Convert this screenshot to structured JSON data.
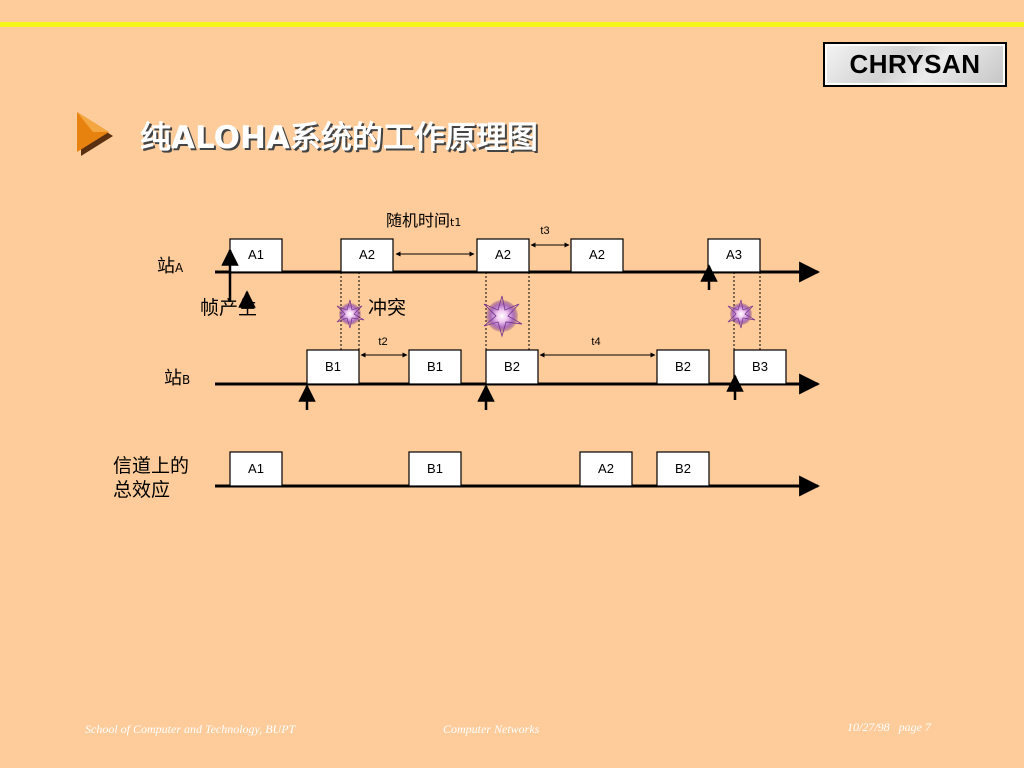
{
  "logo": "CHRYSAN",
  "title": "纯ALOHA系统的工作原理图",
  "diagram": {
    "labels": {
      "station_a": "站",
      "station_a_sub": "A",
      "station_b": "站",
      "station_b_sub": "B",
      "channel_line1": "信道上的",
      "channel_line2": "总效应",
      "frame_generated": "帧产生",
      "collision": "冲突",
      "random_time": "随机时间",
      "random_time_sub": "t1",
      "t2": "t2",
      "t3": "t3",
      "t4": "t4"
    },
    "station_a_frames": [
      "A1",
      "A2",
      "A2",
      "A2",
      "A3"
    ],
    "station_b_frames": [
      "B1",
      "B1",
      "B2",
      "B2",
      "B3"
    ],
    "channel_frames": [
      "A1",
      "B1",
      "A2",
      "B2"
    ]
  },
  "footer": {
    "left": "School of Computer and Technology, BUPT",
    "center": "Computer  Networks",
    "right": "10/27/98   page 7"
  }
}
